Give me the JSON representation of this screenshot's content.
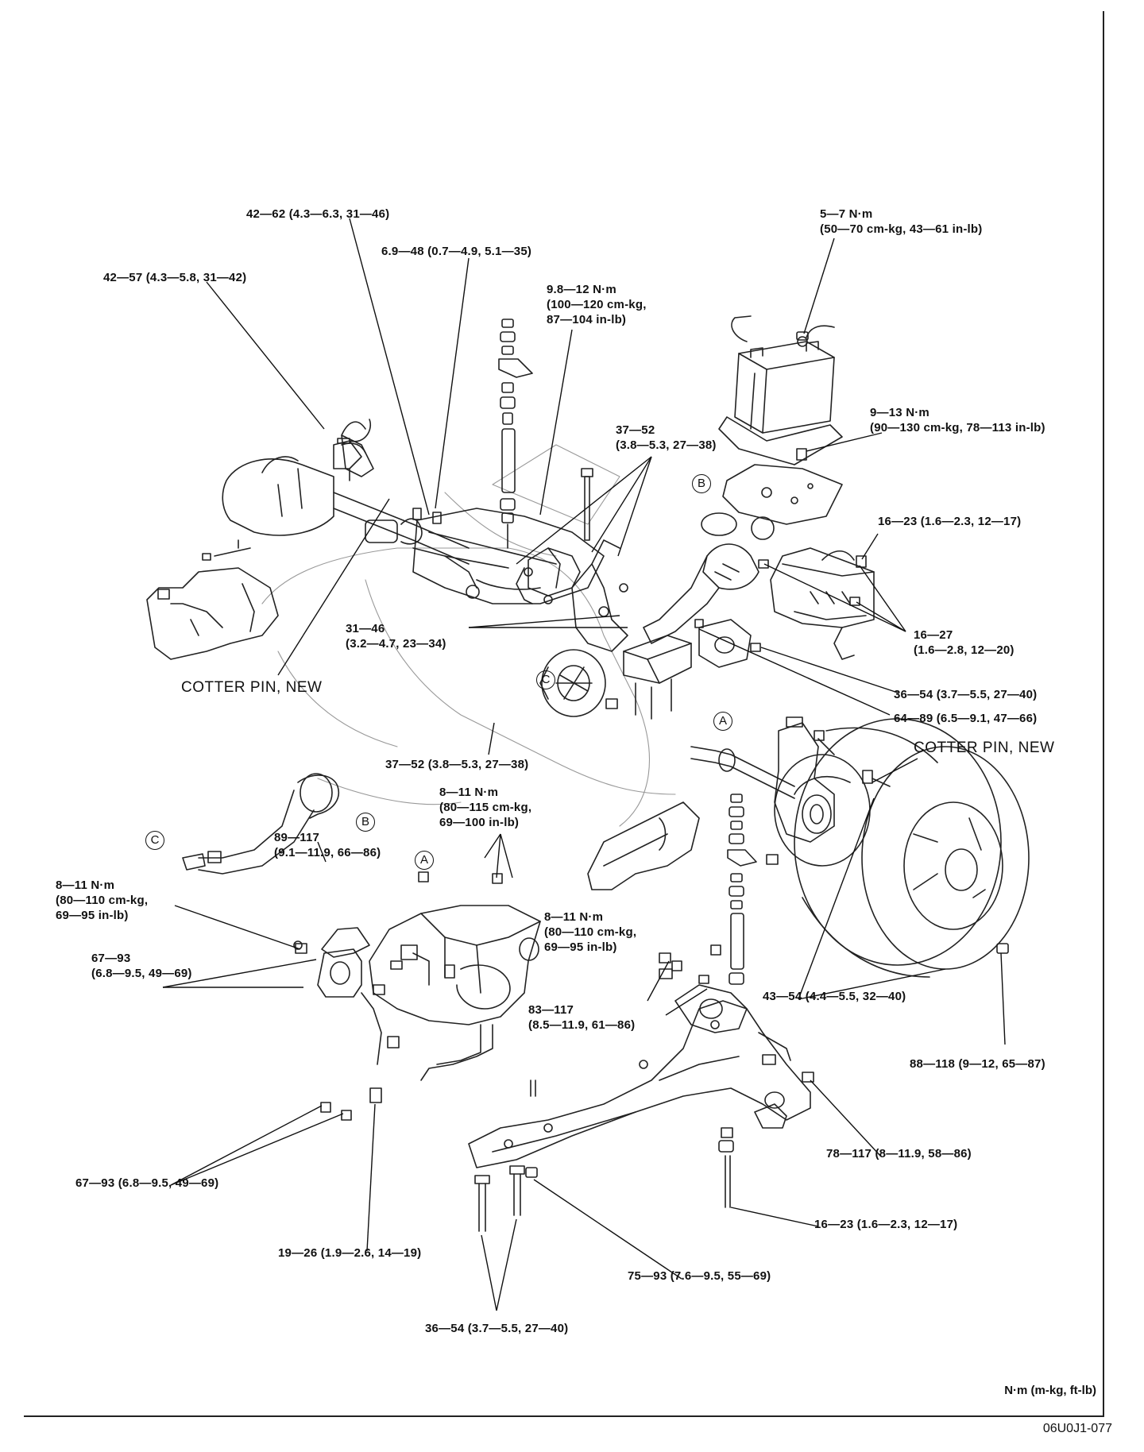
{
  "labels": {
    "l01": "42—62 (4.3—6.3, 31—46)",
    "l02": "6.9—48 (0.7—4.9, 5.1—35)",
    "l03": "42—57 (4.3—5.8, 31—42)",
    "l04": "9.8—12 N·m\n(100—120 cm-kg,\n87—104 in-lb)",
    "l05": "5—7 N·m\n(50—70 cm-kg, 43—61 in-lb)",
    "l06": "9—13 N·m\n(90—130 cm-kg, 78—113 in-lb)",
    "l07": "37—52\n(3.8—5.3, 27—38)",
    "l08": "16—23 (1.6—2.3, 12—17)",
    "l09": "16—27\n(1.6—2.8, 12—20)",
    "l10": "31—46\n(3.2—4.7, 23—34)",
    "l11": "COTTER PIN, NEW",
    "l12": "36—54 (3.7—5.5, 27—40)",
    "l13": "64—89 (6.5—9.1, 47—66)",
    "l14": "COTTER PIN, NEW",
    "l15": "37—52 (3.8—5.3, 27—38)",
    "l16": "8—11 N·m\n(80—115 cm-kg,\n69—100 in-lb)",
    "l17": "89—117\n(9.1—11.9, 66—86)",
    "l18": "8—11 N·m\n(80—110 cm-kg,\n69—95 in-lb)",
    "l19": "8—11 N·m\n(80—110 cm-kg,\n69—95 in-lb)",
    "l20": "67—93\n(6.8—9.5, 49—69)",
    "l21": "83—117\n(8.5—11.9, 61—86)",
    "l22": "43—54 (4.4—5.5, 32—40)",
    "l23": "88—118 (9—12, 65—87)",
    "l24": "78—117 (8—11.9, 58—86)",
    "l25": "67—93 (6.8—9.5, 49—69)",
    "l26": "16—23 (1.6—2.3, 12—17)",
    "l27": "19—26 (1.9—2.6, 14—19)",
    "l28": "75—93 (7.6—9.5, 55—69)",
    "l29": "36—54 (3.7—5.5, 27—40)"
  },
  "refs": {
    "a": "A",
    "b": "B",
    "c": "C"
  },
  "units": "N·m (m-kg, ft-lb)",
  "figure_code": "06U0J1-077"
}
